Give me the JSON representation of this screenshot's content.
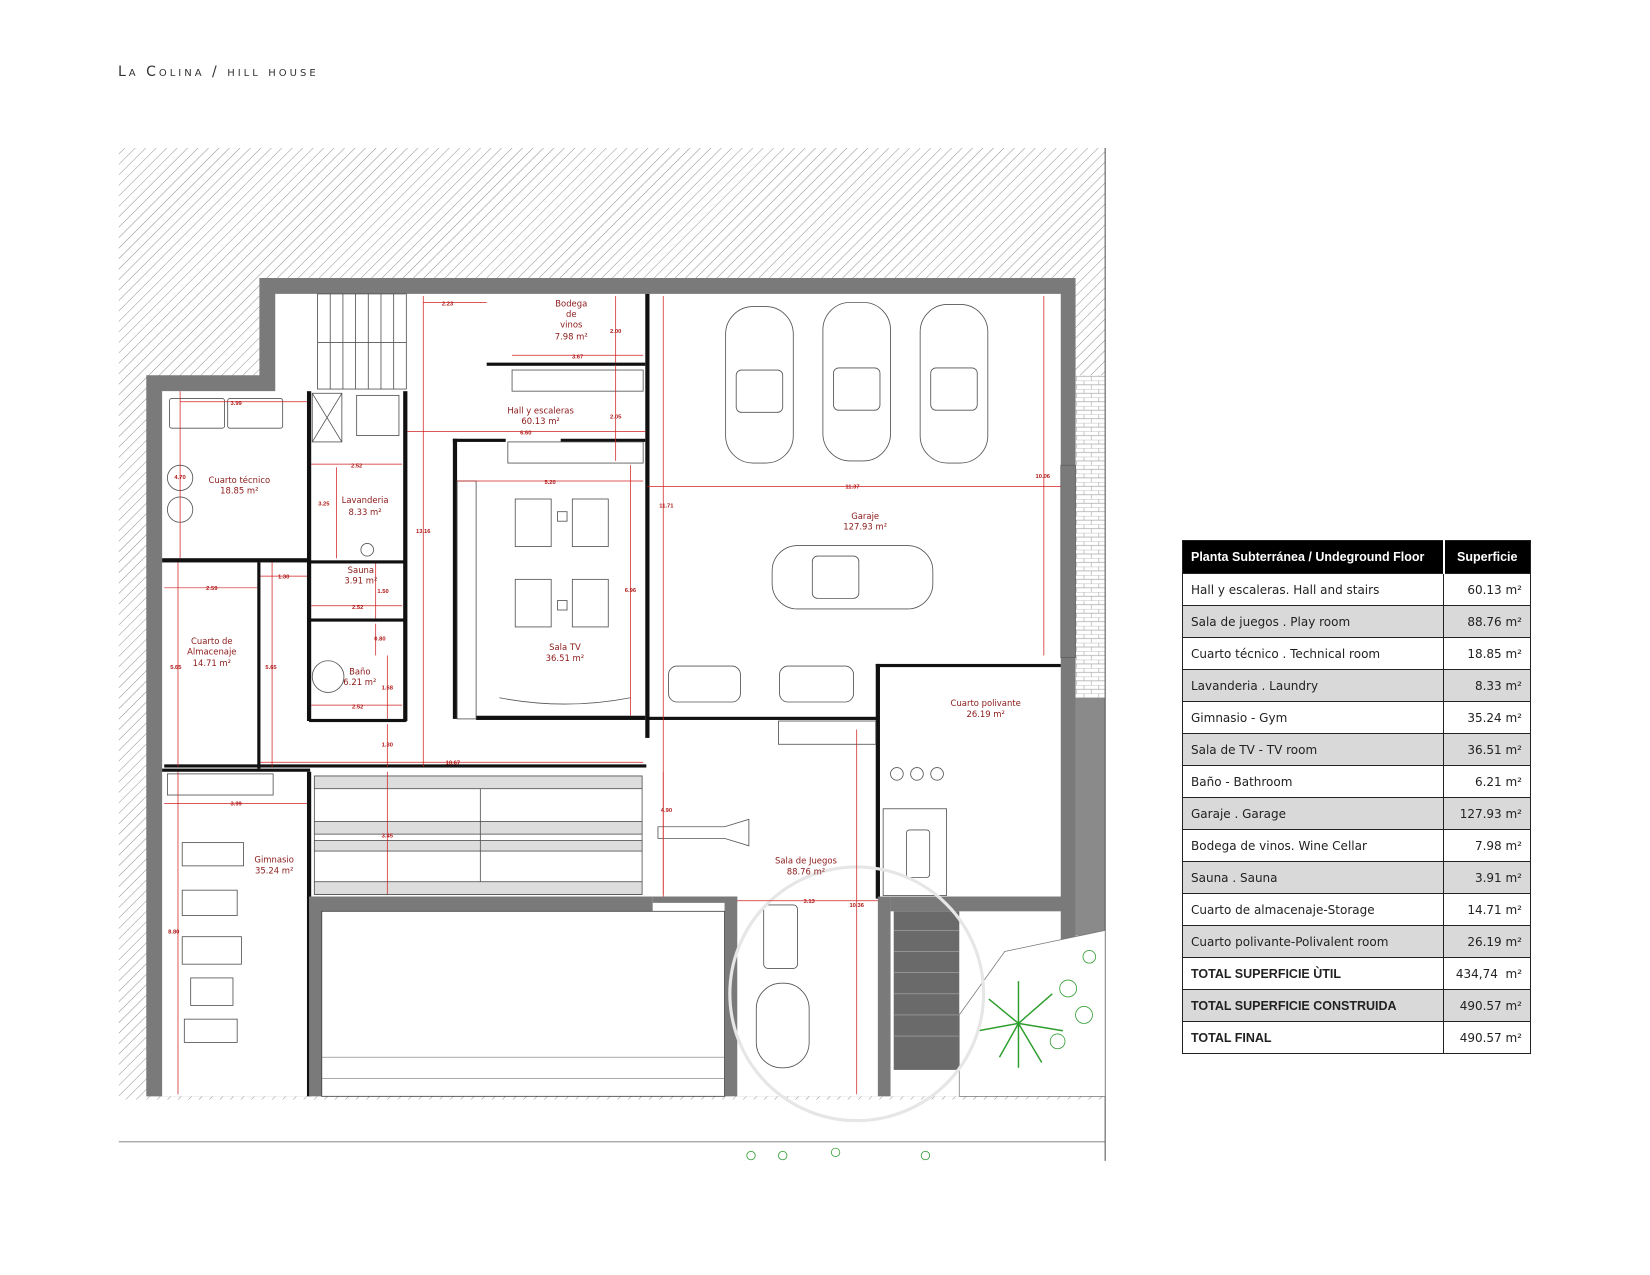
{
  "header": {
    "title": "La Colina / hill house"
  },
  "plan": {
    "rooms": {
      "bodega_name": "Bodega de vinos",
      "bodega_l1": "Bodega",
      "bodega_l2": "de",
      "bodega_l3": "vinos",
      "bodega_area": "7.98 m²",
      "hall_name": "Hall y escaleras",
      "hall_area": "60.13 m²",
      "tecnico_name": "Cuarto técnico",
      "tecnico_area": "18.85 m²",
      "lavanderia_name": "Lavanderia",
      "lavanderia_area": "8.33 m²",
      "sauna_name": "Sauna",
      "sauna_area": "3.91 m²",
      "almacenaje_l1": "Cuarto de",
      "almacenaje_l2": "Almacenaje",
      "almacenaje_area": "14.71 m²",
      "bano_name": "Baño",
      "bano_area": "6.21 m²",
      "tv_name": "Sala TV",
      "tv_area": "36.51 m²",
      "garaje_name": "Garaje",
      "garaje_area": "127.93 m²",
      "polivante_name": "Cuarto polivante",
      "polivante_area": "26.19 m²",
      "gimnasio_name": "Gimnasio",
      "gimnasio_area": "35.24 m²",
      "juegos_name": "Sala de Juegos",
      "juegos_area": "88.76 m²"
    },
    "dimensions": [
      "2.23",
      "2.00",
      "3.67",
      "2.05",
      "6.60",
      "3.99",
      "4.70",
      "2.52",
      "3.25",
      "13.16",
      "5.20",
      "6.96",
      "11.71",
      "11.37",
      "10.06",
      "1.30",
      "2.59",
      "1.50",
      "2.52",
      "0.80",
      "1.68",
      "2.52",
      "5.65",
      "5.65",
      "1.30",
      "10.67",
      "3.99",
      "3.45",
      "4.90",
      "8.80",
      "3.13",
      "10.36"
    ]
  },
  "table": {
    "header": {
      "floor": "Planta Subterránea / Undeground Floor",
      "surface": "Superficie"
    },
    "rows": [
      {
        "label": "Hall y escaleras. Hall and stairs",
        "value": "60.13 m²"
      },
      {
        "label": "Sala de juegos . Play room",
        "value": "88.76 m²"
      },
      {
        "label": "Cuarto técnico . Technical room",
        "value": "18.85 m²"
      },
      {
        "label": "Lavanderia . Laundry",
        "value": "8.33 m²"
      },
      {
        "label": "Gimnasio - Gym",
        "value": "35.24 m²"
      },
      {
        "label": "Sala de TV - TV room",
        "value": "36.51 m²"
      },
      {
        "label": "Baño - Bathroom",
        "value": "6.21 m²"
      },
      {
        "label": "Garaje . Garage",
        "value": "127.93 m²"
      },
      {
        "label": "Bodega de vinos. Wine Cellar",
        "value": "7.98 m²"
      },
      {
        "label": "Sauna . Sauna",
        "value": "3.91 m²"
      },
      {
        "label": "Cuarto de almacenaje-Storage",
        "value": "14.71 m²"
      },
      {
        "label": "Cuarto polivante-Polivalent room",
        "value": "26.19 m²"
      }
    ],
    "totals": [
      {
        "label": "TOTAL SUPERFICIE ÙTIL",
        "value": "434,74",
        "unit": "m²"
      },
      {
        "label": "TOTAL SUPERFICIE CONSTRUIDA",
        "value": "490.57 m²"
      },
      {
        "label": "TOTAL FINAL",
        "value": "490.57 m²"
      }
    ]
  }
}
